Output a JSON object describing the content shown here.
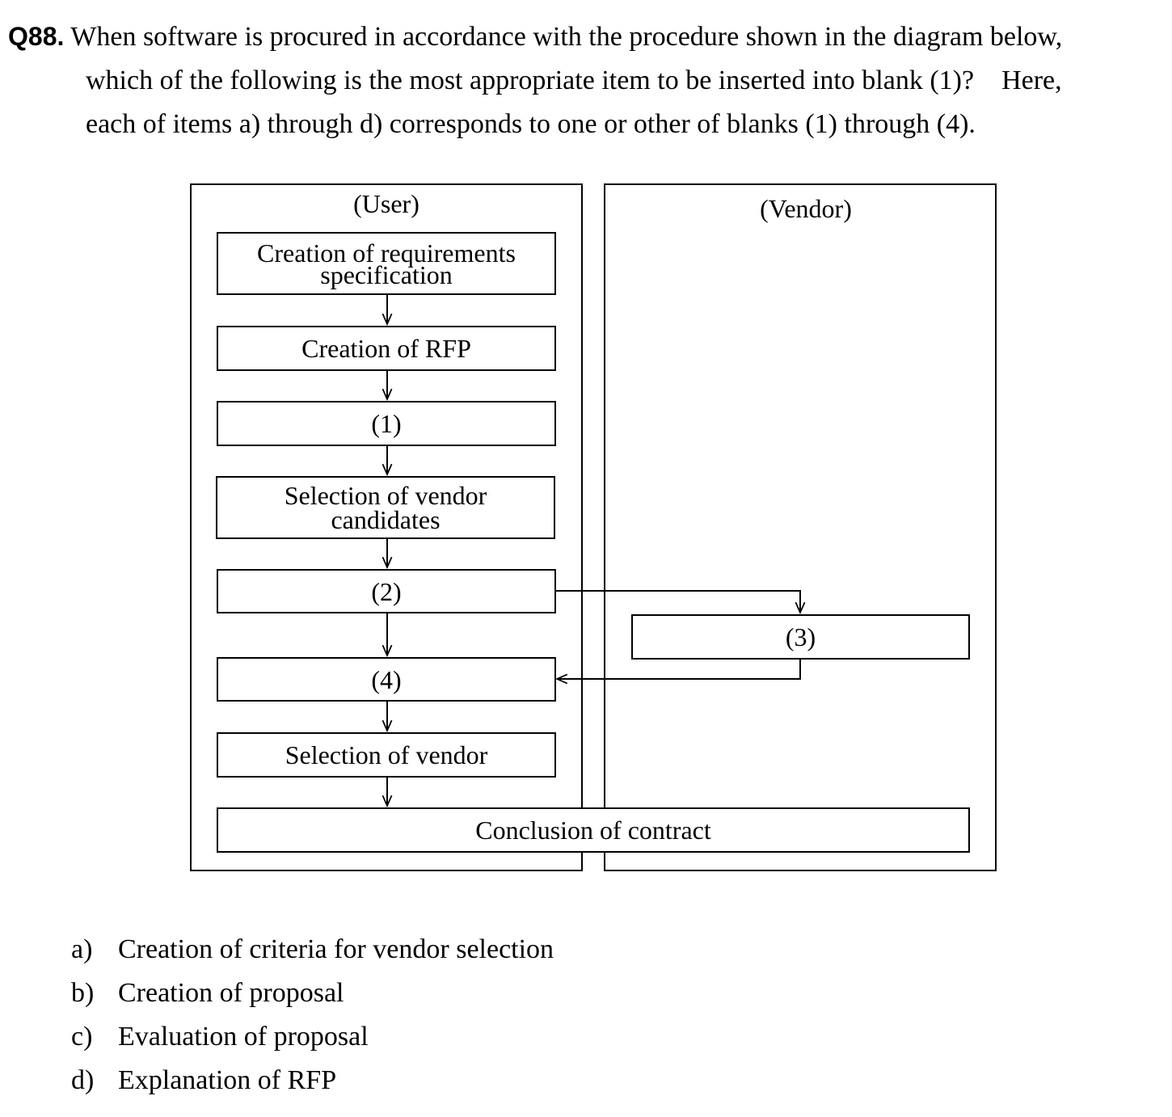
{
  "question": {
    "number": "Q88.",
    "line1": "When software is procured in accordance with the procedure shown in the diagram below,",
    "line2": "which of the following is the most appropriate item to be inserted into blank (1)?    Here,",
    "line3": "each of items a) through d) corresponds to one or other of blanks (1) through (4)."
  },
  "diagram": {
    "lanes": {
      "user": "(User)",
      "vendor": "(Vendor)"
    },
    "boxes": {
      "req_spec_l1": "Creation of requirements",
      "req_spec_l2": "specification",
      "rfp": "Creation of RFP",
      "blank1": "(1)",
      "candidates_l1": "Selection of vendor",
      "candidates_l2": "candidates",
      "blank2": "(2)",
      "blank3": "(3)",
      "blank4": "(4)",
      "select_vendor": "Selection of vendor",
      "contract": "Conclusion of contract"
    }
  },
  "choices": [
    {
      "letter": "a)",
      "text": "Creation of criteria for vendor selection"
    },
    {
      "letter": "b)",
      "text": "Creation of proposal"
    },
    {
      "letter": "c)",
      "text": "Evaluation of proposal"
    },
    {
      "letter": "d)",
      "text": "Explanation of RFP"
    }
  ]
}
